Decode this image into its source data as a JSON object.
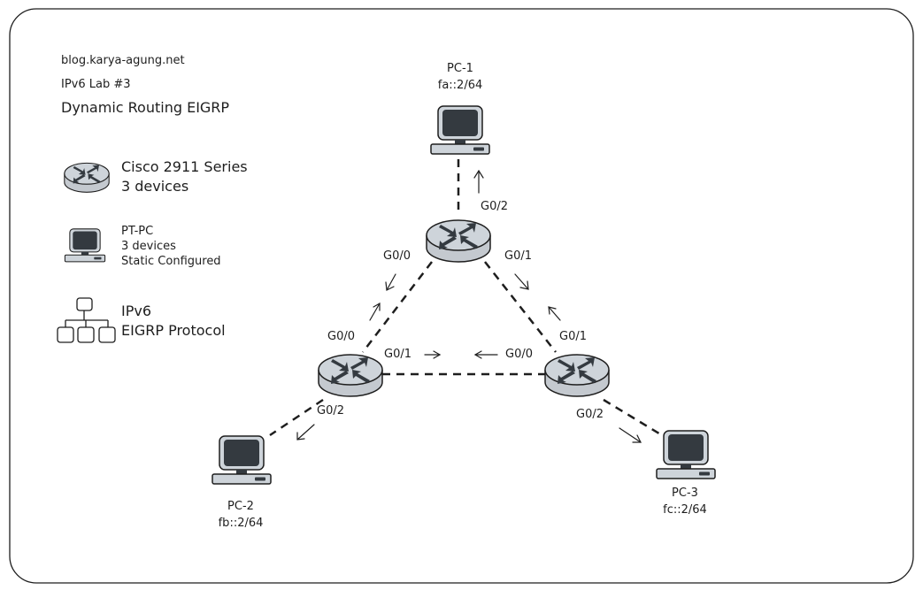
{
  "header": {
    "site": "blog.karya-agung.net",
    "lab": "IPv6 Lab #3",
    "title": "Dynamic Routing EIGRP"
  },
  "legend": [
    {
      "icon": "router-icon",
      "line1": "Cisco 2911 Series",
      "line2": "3 devices"
    },
    {
      "icon": "pc-icon",
      "line1": "PT-PC",
      "line2": "3 devices",
      "line3": "Static Configured"
    },
    {
      "icon": "hierarchy-icon",
      "line1": "IPv6",
      "line2": "EIGRP Protocol"
    }
  ],
  "nodes": {
    "pc1": {
      "name": "PC-1",
      "addr": "fa::2/64"
    },
    "pc2": {
      "name": "PC-2",
      "addr": "fb::2/64"
    },
    "pc3": {
      "name": "PC-3",
      "addr": "fc::2/64"
    }
  },
  "interfaces": {
    "r1_g02": "G0/2",
    "r1_g00": "G0/0",
    "r1_g01": "G0/1",
    "r2_g00": "G0/0",
    "r2_g01": "G0/1",
    "r2_g02": "G0/2",
    "r3_g01": "G0/1",
    "r3_g00": "G0/0",
    "r3_g02": "G0/2"
  },
  "colors": {
    "stroke": "#1e1e1e",
    "router_fill": "#ced4da",
    "pc_screen": "#343a40",
    "pc_body": "#ced4da"
  }
}
